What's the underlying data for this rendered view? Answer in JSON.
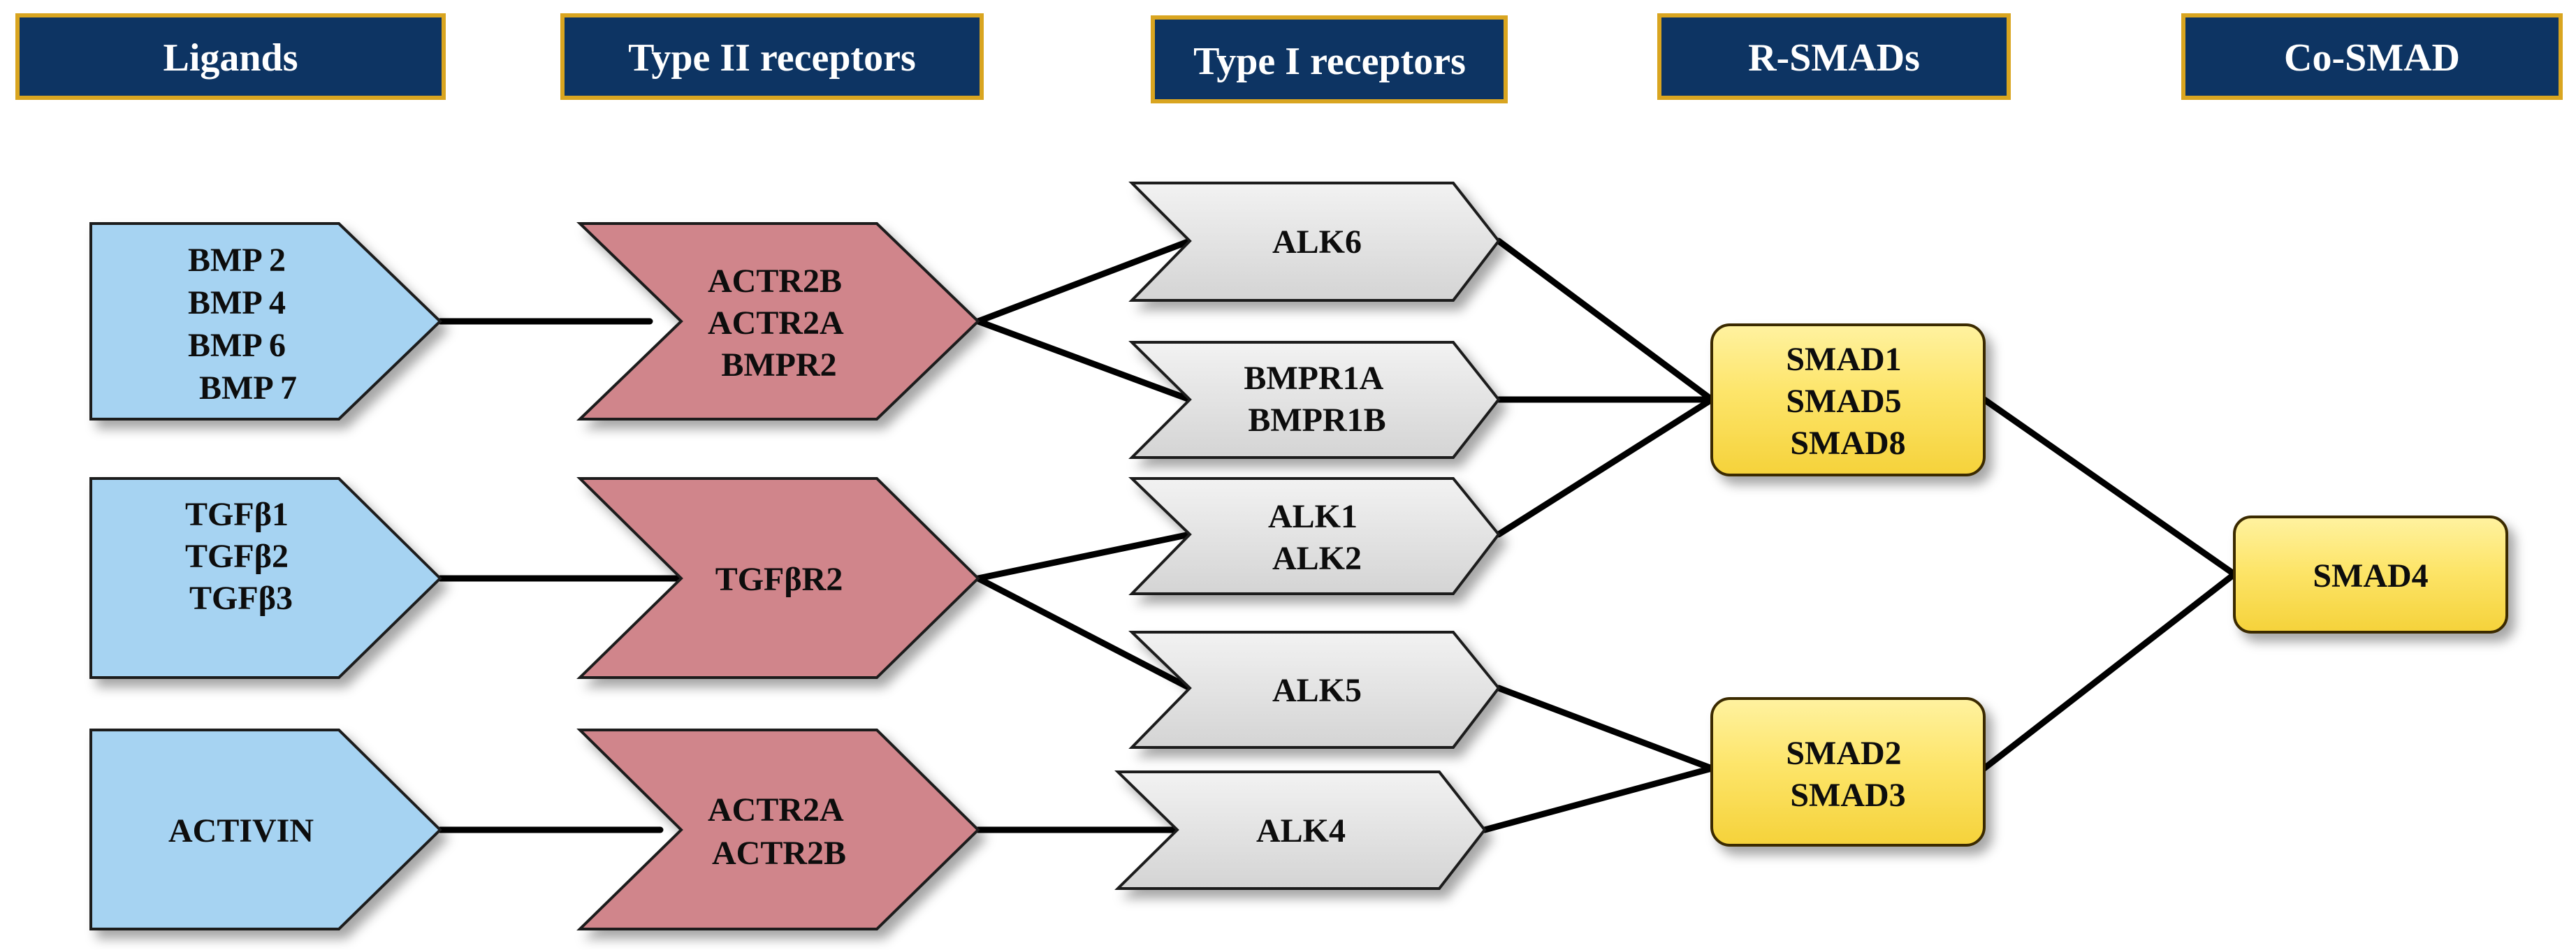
{
  "headers": {
    "ligands": "Ligands",
    "type2": "Type II receptors",
    "type1": "Type I receptors",
    "rsmads": "R-SMADs",
    "cosmad": "Co-SMAD"
  },
  "ligands": {
    "bmp": [
      "BMP 2",
      "BMP 4",
      "BMP 6",
      "BMP 7"
    ],
    "tgfb": [
      "TGFβ1",
      "TGFβ2",
      "TGFβ3"
    ],
    "activin": [
      "ACTIVIN"
    ]
  },
  "type2": {
    "bmp": [
      "ACTR2B",
      "ACTR2A",
      "BMPR2"
    ],
    "tgfb": [
      "TGFβR2"
    ],
    "activin": [
      "ACTR2A",
      "ACTR2B"
    ]
  },
  "type1": {
    "alk6": [
      "ALK6"
    ],
    "bmpr1": [
      "BMPR1A",
      "BMPR1B"
    ],
    "alk12": [
      "ALK1",
      "ALK2"
    ],
    "alk5": [
      "ALK5"
    ],
    "alk4": [
      "ALK4"
    ]
  },
  "rsmads": {
    "smad158": [
      "SMAD1",
      "SMAD5",
      "SMAD8"
    ],
    "smad23": [
      "SMAD2",
      "SMAD3"
    ]
  },
  "cosmad": {
    "smad4": [
      "SMAD4"
    ]
  },
  "colors": {
    "header_fill": "#0d3463",
    "header_border": "#d9a520",
    "ligand_fill": "#a6d3f2",
    "type2_fill": "#d0858b",
    "type1_fill": "#dedede",
    "smad_fill": "#fce35f",
    "smad_border": "#b8860b",
    "connector": "#000000"
  }
}
